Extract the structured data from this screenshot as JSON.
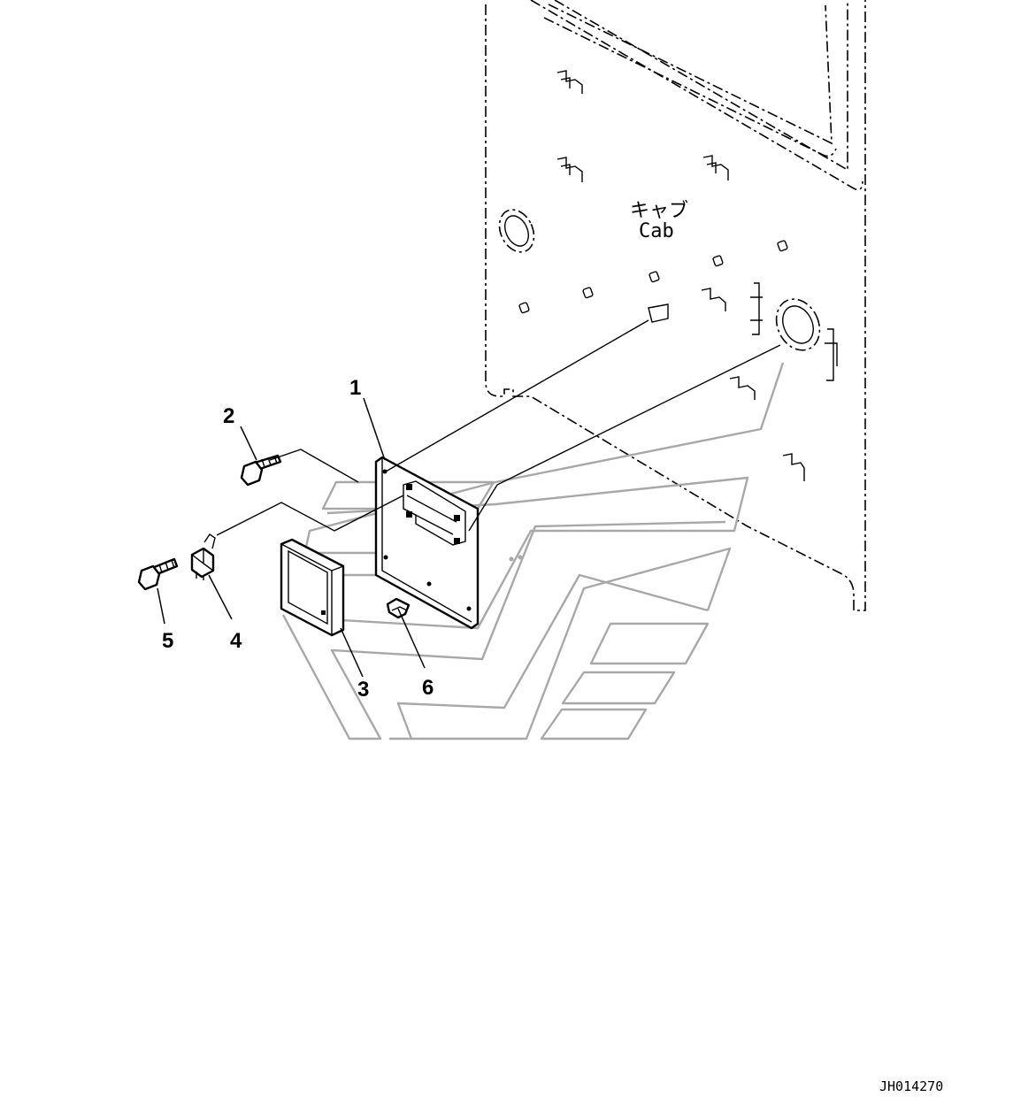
{
  "cab_label": {
    "jp": "キャブ",
    "en": "Cab"
  },
  "drawing_number": "JH014270",
  "callouts": [
    "1",
    "2",
    "3",
    "4",
    "5",
    "6"
  ]
}
